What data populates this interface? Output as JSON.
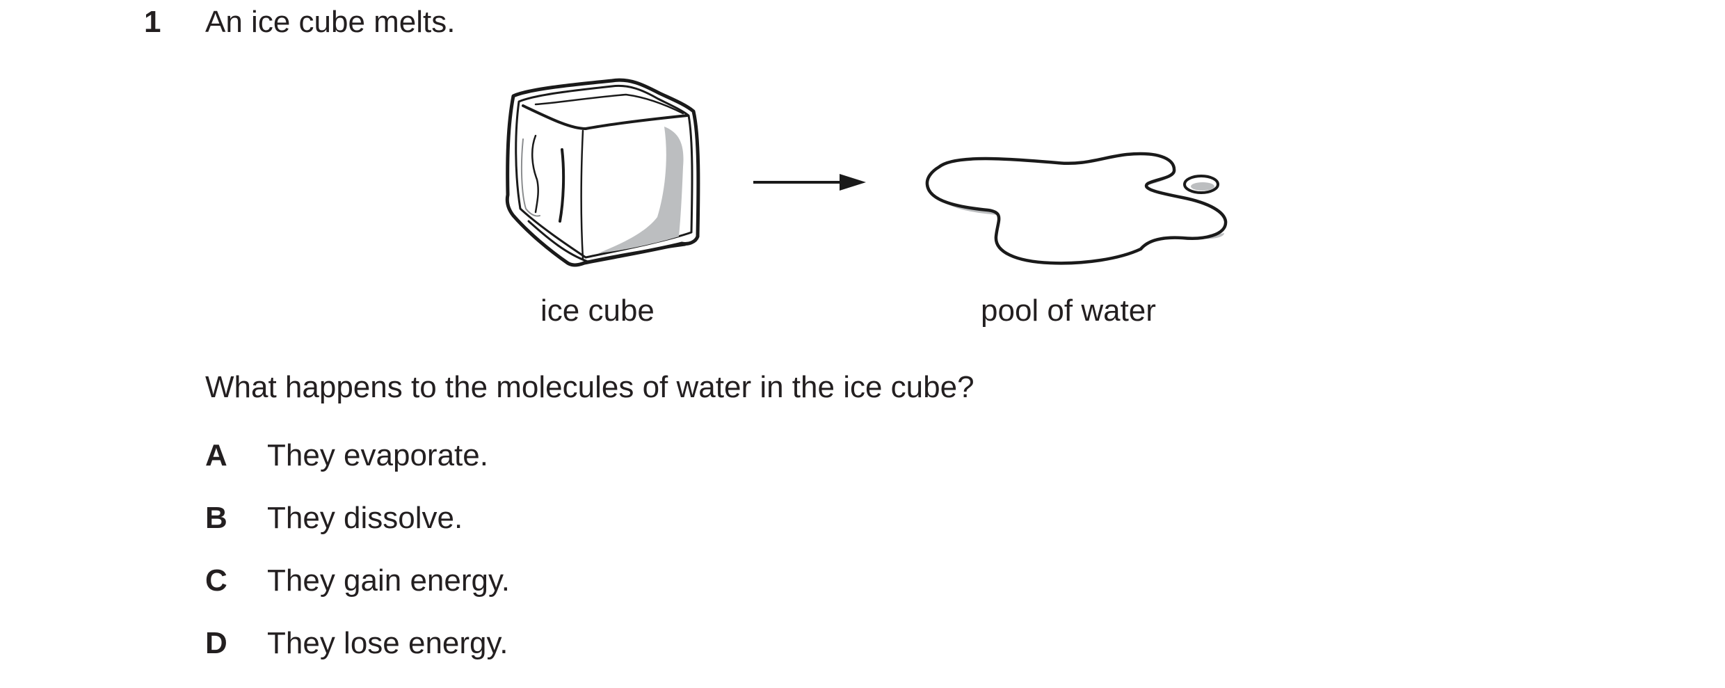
{
  "question": {
    "number": "1",
    "stem": "An ice cube melts.",
    "prompt": "What happens to the molecules of water in the ice cube?"
  },
  "figure": {
    "left_label": "ice cube",
    "right_label": "pool of water"
  },
  "options": [
    {
      "letter": "A",
      "text": "They evaporate."
    },
    {
      "letter": "B",
      "text": "They dissolve."
    },
    {
      "letter": "C",
      "text": "They gain energy."
    },
    {
      "letter": "D",
      "text": "They lose energy."
    }
  ]
}
